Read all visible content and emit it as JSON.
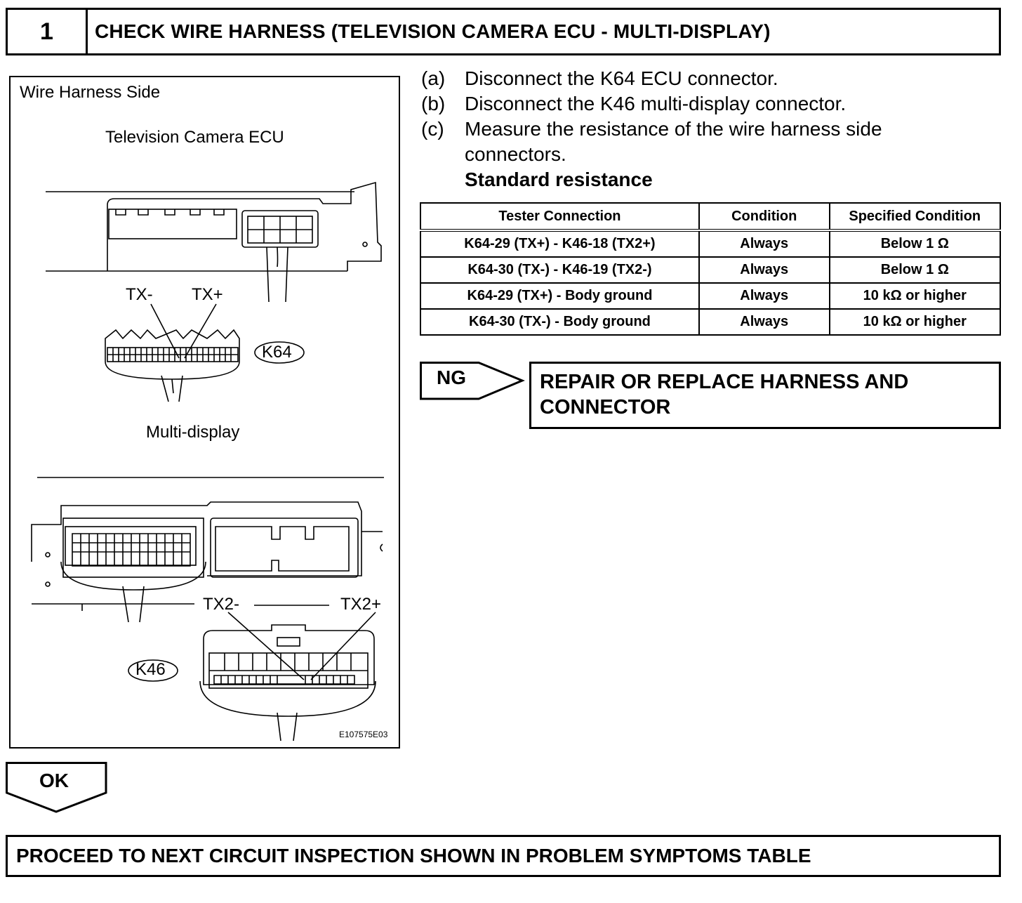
{
  "step": {
    "number": "1",
    "title": "CHECK WIRE HARNESS (TELEVISION CAMERA ECU - MULTI-DISPLAY)"
  },
  "figure": {
    "side_label": "Wire Harness Side",
    "ecu_label": "Television Camera ECU",
    "tx_minus": "TX-",
    "tx_plus": "TX+",
    "k64": "K64",
    "multi_display_label": "Multi-display",
    "tx2_minus": "TX2-",
    "tx2_plus": "TX2+",
    "k46": "K46",
    "figure_id": "E107575E03"
  },
  "instructions": [
    {
      "marker": "(a)",
      "text": "Disconnect the K64 ECU connector."
    },
    {
      "marker": "(b)",
      "text": "Disconnect the K46 multi-display connector."
    },
    {
      "marker": "(c)",
      "text": "Measure the resistance of the wire harness side"
    },
    {
      "marker": "",
      "text": "connectors."
    }
  ],
  "standard_heading": "Standard resistance",
  "table": {
    "headers": [
      "Tester Connection",
      "Condition",
      "Specified Condition"
    ],
    "rows": [
      [
        "K64-29 (TX+) - K46-18 (TX2+)",
        "Always",
        "Below 1 Ω"
      ],
      [
        "K64-30 (TX-) - K46-19 (TX2-)",
        "Always",
        "Below 1 Ω"
      ],
      [
        "K64-29 (TX+) - Body ground",
        "Always",
        "10 kΩ or higher"
      ],
      [
        "K64-30 (TX-) - Body ground",
        "Always",
        "10 kΩ or higher"
      ]
    ]
  },
  "ng": {
    "label": "NG",
    "action_line1": "REPAIR OR REPLACE HARNESS AND",
    "action_line2": "CONNECTOR"
  },
  "ok": {
    "label": "OK"
  },
  "next": {
    "text": "PROCEED TO NEXT CIRCUIT INSPECTION SHOWN IN PROBLEM SYMPTOMS TABLE"
  }
}
